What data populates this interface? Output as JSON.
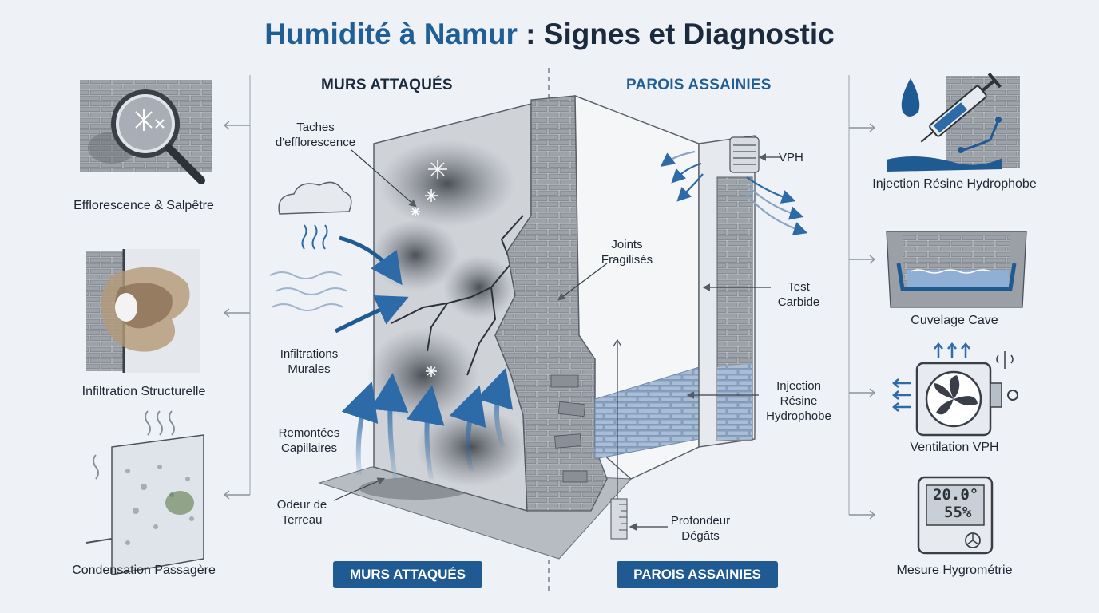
{
  "title": {
    "part1": "Humidité à Namur",
    "part2": " : Signes et Diagnostic"
  },
  "headers": {
    "left": "MURS ATTAQUÉS",
    "right": "PAROIS ASSAINIES"
  },
  "left_panel": [
    {
      "label": "Efflorescence & Salpêtre",
      "icon": "magnifier-brick-icon"
    },
    {
      "label": "Infiltration Structurelle",
      "icon": "water-stain-wall-icon"
    },
    {
      "label": "Condensation Passagère",
      "icon": "condensation-window-icon"
    }
  ],
  "right_panel": [
    {
      "label": "Injection Résine Hydrophobe",
      "icon": "syringe-water-drop-icon"
    },
    {
      "label": "Cuvelage Cave",
      "icon": "basement-tank-icon"
    },
    {
      "label": "Ventilation VPH",
      "icon": "ventilation-fan-icon"
    },
    {
      "label": "Mesure Hygrométrie",
      "icon": "hygrometer-icon"
    }
  ],
  "callouts_left": {
    "taches": "Taches\nd'efflorescence",
    "infiltrations": "Infiltrations\nMurales",
    "remontees": "Remontées\nCapillaires",
    "odeur": "Odeur de\nTerreau",
    "joints": "Joints\nFragilisés"
  },
  "callouts_right": {
    "vph": "VPH",
    "test": "Test\nCarbide",
    "injection": "Injection\nRésine\nHydrophobe",
    "profondeur": "Profondeur\nDégâts"
  },
  "bottom_pills": {
    "left": "MURS ATTAQUÉS",
    "right": "PAROIS ASSAINIES"
  },
  "hygrometer": {
    "line1": "20.0°",
    "line2": "55%"
  },
  "colors": {
    "accent_blue": "#1f5a93",
    "title_dark": "#1b2a3d",
    "background": "#eef1f5",
    "brick_grey": "#8b8f96",
    "water_blue": "#2c6aa8"
  }
}
